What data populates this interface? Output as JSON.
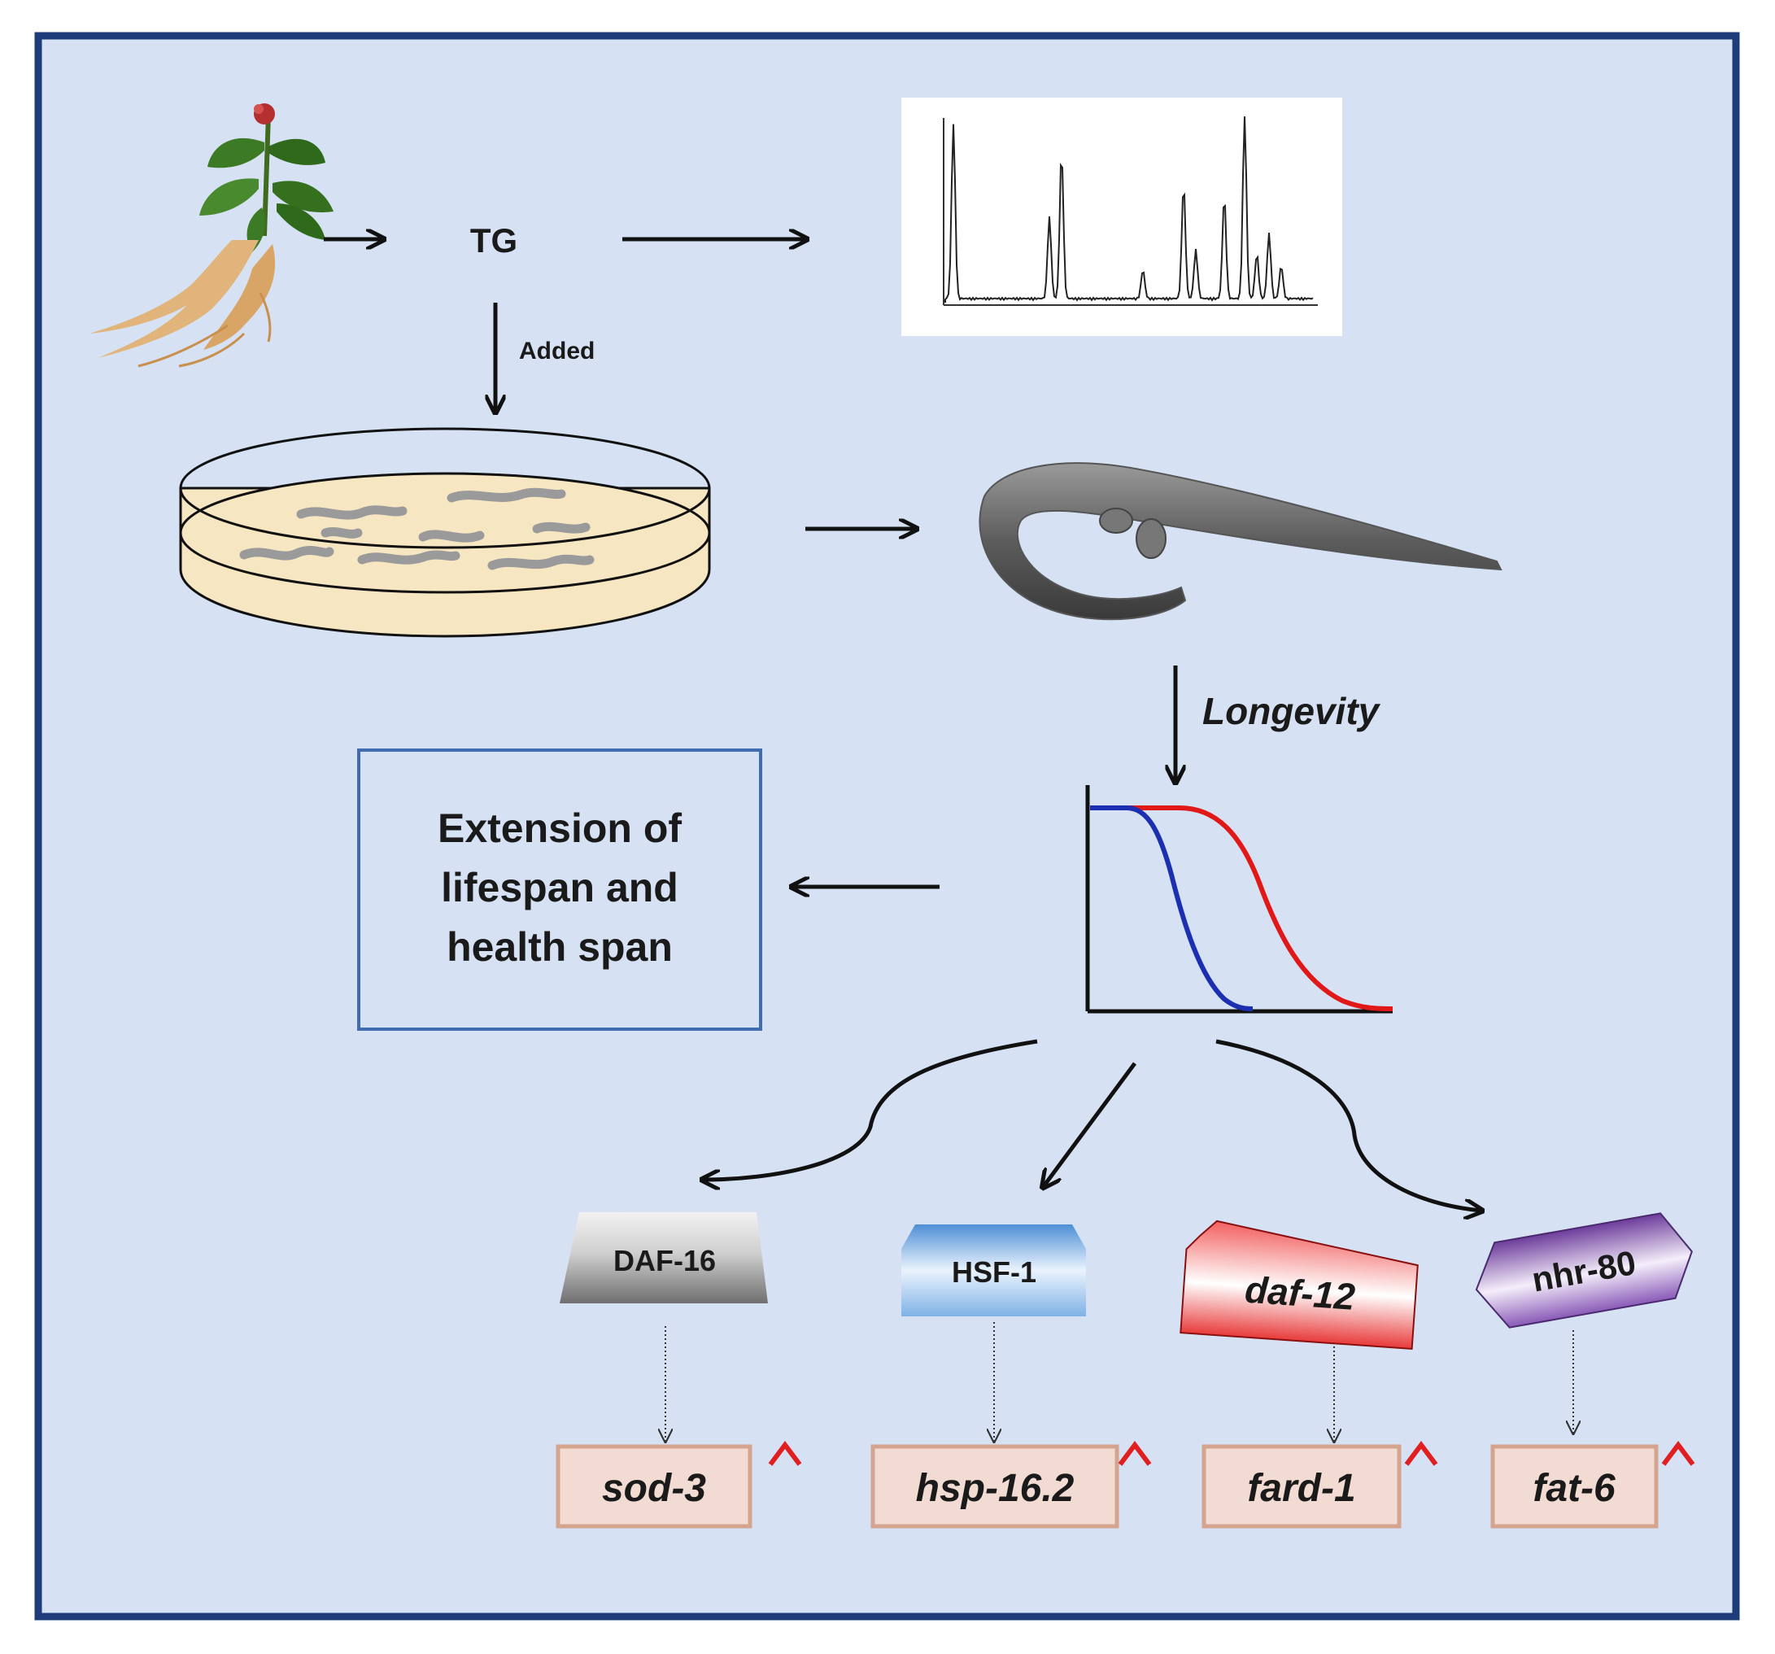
{
  "labels": {
    "tg": "TG",
    "added": "Added",
    "longevity": "Longevity",
    "outcome_line1": "Extension of",
    "outcome_line2": "lifespan and",
    "outcome_line3": "health span"
  },
  "factors": [
    {
      "name": "DAF-16",
      "gene": "sod-3",
      "change": "up"
    },
    {
      "name": "HSF-1",
      "gene": "hsp-16.2",
      "change": "up"
    },
    {
      "name": "daf-12",
      "gene": "fard-1",
      "change": "up"
    },
    {
      "name": "nhr-80",
      "gene": "fat-6",
      "change": "up"
    }
  ],
  "colors": {
    "background": "#d6e2f3",
    "frame": "#1f3c7a",
    "outcome_box": "#3f6db0",
    "gene_box_fill": "#f1dbd2",
    "gene_box_border": "#d5a48f",
    "up_arrow": "#e02020",
    "survival_control": "#1c2fb0",
    "survival_treated": "#e01818"
  },
  "icons": [
    "ginseng-root-icon",
    "hplc-chromatogram-icon",
    "petri-dish-icon",
    "nematode-icon",
    "survival-curve-icon"
  ]
}
